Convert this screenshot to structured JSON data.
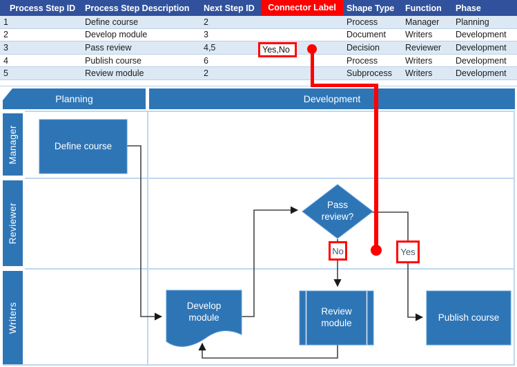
{
  "colors": {
    "table_header_blue": "#31519C",
    "banded_row_blue": "#DCE9F5",
    "shape_blue": "#2E75B6",
    "lane_line_blue": "#BDD7EE",
    "highlight_red": "#FF0000",
    "connector_gray": "#444444"
  },
  "table": {
    "headers": [
      {
        "label": "Process Step ID",
        "highlighted": false
      },
      {
        "label": "Process Step Description",
        "highlighted": false
      },
      {
        "label": "Next Step ID",
        "highlighted": false
      },
      {
        "label": "Connector Label",
        "highlighted": true
      },
      {
        "label": "Shape Type",
        "highlighted": false
      },
      {
        "label": "Function",
        "highlighted": false
      },
      {
        "label": "Phase",
        "highlighted": false
      }
    ],
    "rows": [
      [
        "1",
        "Define course",
        "2",
        "",
        "Process",
        "Manager",
        "Planning"
      ],
      [
        "2",
        "Develop module",
        "3",
        "",
        "Document",
        "Writers",
        "Development"
      ],
      [
        "3",
        "Pass review",
        "4,5",
        "Yes,No",
        "Decision",
        "Reviewer",
        "Development"
      ],
      [
        "4",
        "Publish course",
        "6",
        "",
        "Process",
        "Writers",
        "Development"
      ],
      [
        "5",
        "Review module",
        "2",
        "",
        "Subprocess",
        "Writers",
        "Development"
      ]
    ]
  },
  "diagram": {
    "phases": [
      {
        "label": "Planning"
      },
      {
        "label": "Development"
      }
    ],
    "functions": [
      {
        "label": "Manager"
      },
      {
        "label": "Reviewer"
      },
      {
        "label": "Writers"
      }
    ],
    "shapes": [
      {
        "id": "define-course",
        "label": "Define course",
        "type": "Process"
      },
      {
        "id": "pass-review",
        "label": "Pass review?",
        "type": "Decision"
      },
      {
        "id": "develop-module",
        "label": "Develop module",
        "type": "Document"
      },
      {
        "id": "review-module",
        "label": "Review module",
        "type": "Subprocess"
      },
      {
        "id": "publish-course",
        "label": "Publish course",
        "type": "Process"
      }
    ],
    "connector_labels": {
      "no": "No",
      "yes": "Yes"
    }
  },
  "annotations": {
    "highlighted_header": "Connector Label",
    "highlighted_cell_value": "Yes,No"
  }
}
